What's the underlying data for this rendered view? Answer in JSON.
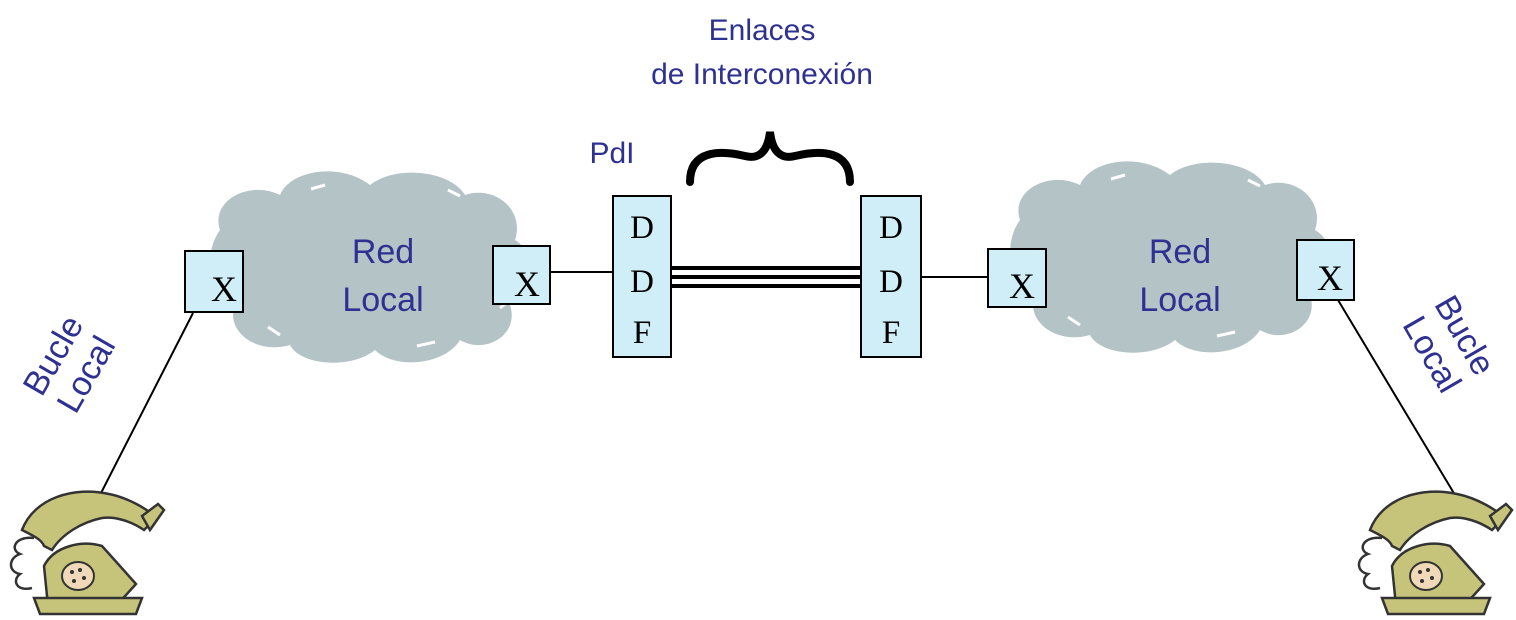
{
  "labels": {
    "enlaces_line1": "Enlaces",
    "enlaces_line2": "de Interconexión",
    "pdi": "PdI",
    "red_local_left": [
      "Red",
      "Local"
    ],
    "red_local_right": [
      "Red",
      "Local"
    ],
    "bucle_local_left": [
      "Bucle",
      "Local"
    ],
    "bucle_local_right": [
      "Bucle",
      "Local"
    ],
    "switch_symbol": "X",
    "ddf_letters": [
      "D",
      "D",
      "F"
    ]
  },
  "colors": {
    "label_blue": "#2e3192",
    "cloud_fill": "#b4c3c5",
    "box_fill": "#cfeef7",
    "phone_fill": "#c6c47a",
    "line": "#000000"
  },
  "icons": {
    "cloud": "cloud-icon",
    "phone": "telephone-icon",
    "brace": "curly-brace-icon"
  }
}
